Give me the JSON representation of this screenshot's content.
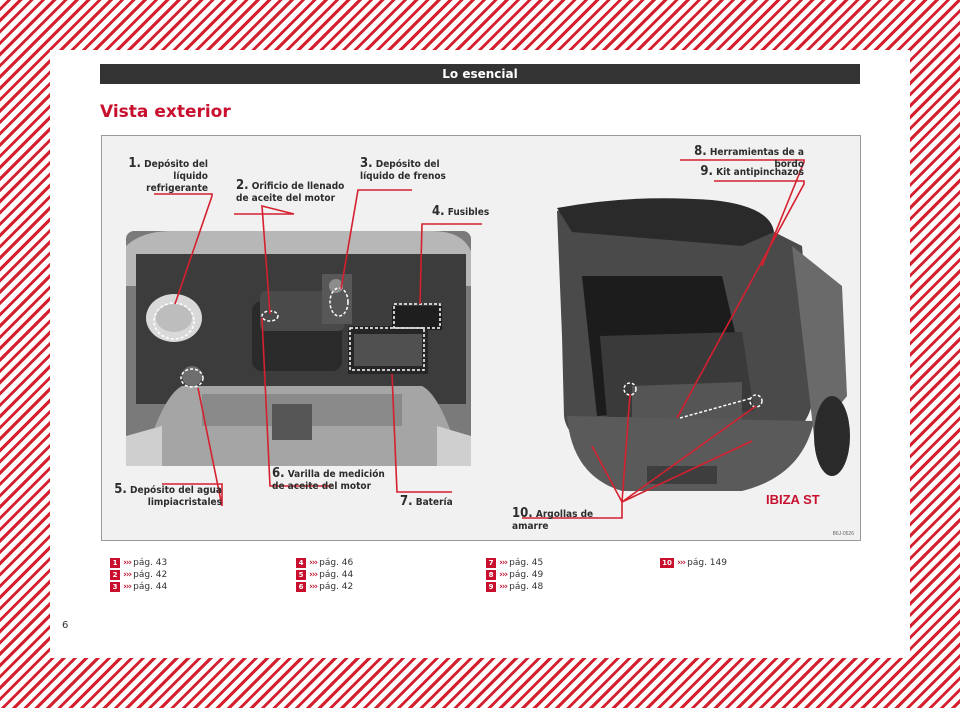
{
  "header": {
    "title": "Lo esencial"
  },
  "page": {
    "title": "Vista exterior",
    "number": "6"
  },
  "figure": {
    "code": "B6J-0526",
    "model_label": "IBIZA ST",
    "callouts": {
      "c1": {
        "num": "1.",
        "text": [
          "Depósito del",
          "líquido refrigerante"
        ]
      },
      "c2": {
        "num": "2.",
        "text": [
          "Orificio de llenado",
          "de aceite del motor"
        ]
      },
      "c3": {
        "num": "3.",
        "text": [
          "Depósito del",
          "líquido de frenos"
        ]
      },
      "c4": {
        "num": "4.",
        "text": [
          "Fusibles"
        ]
      },
      "c5": {
        "num": "5.",
        "text": [
          "Depósito del  agua",
          "limpiacristales"
        ]
      },
      "c6": {
        "num": "6.",
        "text": [
          "Varilla de medición",
          "de aceite del motor"
        ]
      },
      "c7": {
        "num": "7.",
        "text": [
          "Batería"
        ]
      },
      "c8": {
        "num": "8.",
        "text": [
          "Herramientas de a bordo"
        ]
      },
      "c9": {
        "num": "9.",
        "text": [
          "Kit antipinchazos"
        ]
      },
      "c10": {
        "num": "10.",
        "text": [
          "Argollas de amarre"
        ]
      }
    }
  },
  "references": {
    "arrow": "›››",
    "columns": [
      [
        {
          "n": "1",
          "page": "pág. 43"
        },
        {
          "n": "2",
          "page": "pág. 42"
        },
        {
          "n": "3",
          "page": "pág. 44"
        }
      ],
      [
        {
          "n": "4",
          "page": "pág. 46"
        },
        {
          "n": "5",
          "page": "pág. 44"
        },
        {
          "n": "6",
          "page": "pág. 42"
        }
      ],
      [
        {
          "n": "7",
          "page": "pág. 45"
        },
        {
          "n": "8",
          "page": "pág. 49"
        },
        {
          "n": "9",
          "page": "pág. 48"
        }
      ],
      [
        {
          "n": "10",
          "page": "pág. 149"
        }
      ]
    ]
  }
}
